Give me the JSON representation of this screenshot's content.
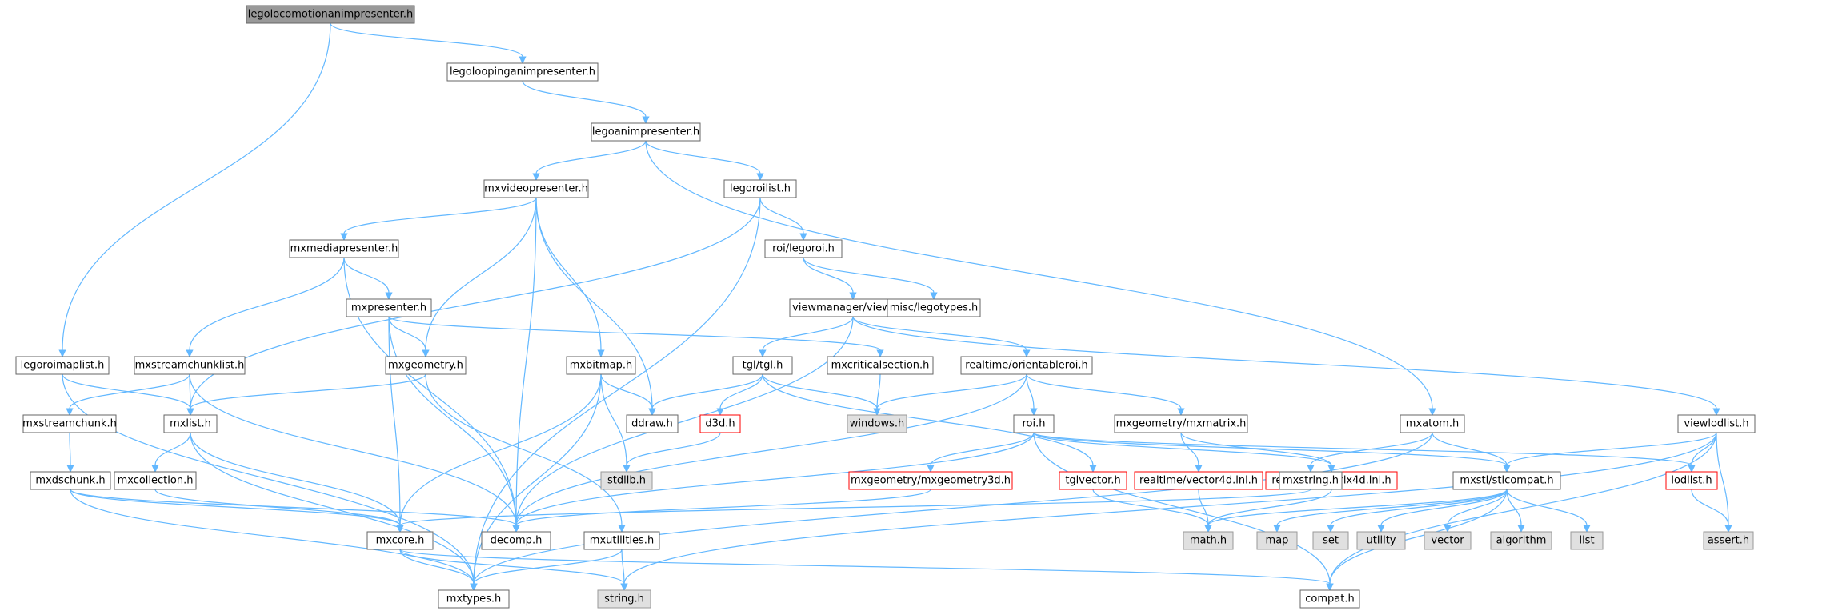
{
  "colors": {
    "edge": "#63b8ff",
    "node_fill": "#ffffff",
    "node_border": "#666666",
    "root_fill": "#999999",
    "root_border": "#666666",
    "system_fill": "#e0e0e0",
    "system_border": "#999999",
    "missing_border": "#ff0000"
  },
  "nodes": [
    {
      "id": "legolocomotionanimpresenter",
      "label": "legolocomotionanimpresenter.h",
      "kind": "root"
    },
    {
      "id": "legoloopinganimpresenter",
      "label": "legoloopinganimpresenter.h",
      "kind": "normal"
    },
    {
      "id": "legoanimpresenter",
      "label": "legoanimpresenter.h",
      "kind": "normal"
    },
    {
      "id": "mxvideopresenter",
      "label": "mxvideopresenter.h",
      "kind": "normal"
    },
    {
      "id": "legoroilist",
      "label": "legoroilist.h",
      "kind": "normal"
    },
    {
      "id": "mxmediapresenter",
      "label": "mxmediapresenter.h",
      "kind": "normal"
    },
    {
      "id": "roi_legoroi",
      "label": "roi/legoroi.h",
      "kind": "normal"
    },
    {
      "id": "viewmanager_viewroi",
      "label": "viewmanager/viewroi.h",
      "kind": "normal"
    },
    {
      "id": "misc_legotypes",
      "label": "misc/legotypes.h",
      "kind": "normal"
    },
    {
      "id": "mxpresenter",
      "label": "mxpresenter.h",
      "kind": "normal"
    },
    {
      "id": "legoroimaplist",
      "label": "legoroimaplist.h",
      "kind": "normal"
    },
    {
      "id": "mxstreamchunklist",
      "label": "mxstreamchunklist.h",
      "kind": "normal"
    },
    {
      "id": "mxgeometry",
      "label": "mxgeometry.h",
      "kind": "normal"
    },
    {
      "id": "mxbitmap",
      "label": "mxbitmap.h",
      "kind": "normal"
    },
    {
      "id": "tgl_tgl",
      "label": "tgl/tgl.h",
      "kind": "normal"
    },
    {
      "id": "mxcriticalsection",
      "label": "mxcriticalsection.h",
      "kind": "normal"
    },
    {
      "id": "realtime_orientableroi",
      "label": "realtime/orientableroi.h",
      "kind": "normal"
    },
    {
      "id": "mxatom",
      "label": "mxatom.h",
      "kind": "normal"
    },
    {
      "id": "viewlodlist",
      "label": "viewlodlist.h",
      "kind": "normal"
    },
    {
      "id": "mxstreamchunk",
      "label": "mxstreamchunk.h",
      "kind": "normal"
    },
    {
      "id": "mxlist",
      "label": "mxlist.h",
      "kind": "normal"
    },
    {
      "id": "ddraw",
      "label": "ddraw.h",
      "kind": "normal"
    },
    {
      "id": "d3d",
      "label": "d3d.h",
      "kind": "missing"
    },
    {
      "id": "windows",
      "label": "windows.h",
      "kind": "system"
    },
    {
      "id": "roi",
      "label": "roi.h",
      "kind": "normal"
    },
    {
      "id": "mxgeometry_mxmatrix",
      "label": "mxgeometry/mxmatrix.h",
      "kind": "normal"
    },
    {
      "id": "mxdschunk",
      "label": "mxdschunk.h",
      "kind": "normal"
    },
    {
      "id": "mxcollection",
      "label": "mxcollection.h",
      "kind": "normal"
    },
    {
      "id": "stdlib",
      "label": "stdlib.h",
      "kind": "system"
    },
    {
      "id": "mxgeometry_mxgeometry3d",
      "label": "mxgeometry/mxgeometry3d.h",
      "kind": "missing"
    },
    {
      "id": "tglvector",
      "label": "tglvector.h",
      "kind": "missing"
    },
    {
      "id": "realtime_vector4d_inl",
      "label": "realtime/vector4d.inl.h",
      "kind": "missing"
    },
    {
      "id": "realtime_matrix4d_inl",
      "label": "realtime/matrix4d.inl.h",
      "kind": "missing"
    },
    {
      "id": "mxstring",
      "label": "mxstring.h",
      "kind": "normal"
    },
    {
      "id": "mxstl_stlcompat",
      "label": "mxstl/stlcompat.h",
      "kind": "normal"
    },
    {
      "id": "lodlist",
      "label": "lodlist.h",
      "kind": "missing"
    },
    {
      "id": "mxcore",
      "label": "mxcore.h",
      "kind": "normal"
    },
    {
      "id": "decomp",
      "label": "decomp.h",
      "kind": "normal"
    },
    {
      "id": "mxutilities",
      "label": "mxutilities.h",
      "kind": "normal"
    },
    {
      "id": "math",
      "label": "math.h",
      "kind": "system"
    },
    {
      "id": "map",
      "label": "map",
      "kind": "system"
    },
    {
      "id": "set",
      "label": "set",
      "kind": "system"
    },
    {
      "id": "utility",
      "label": "utility",
      "kind": "system"
    },
    {
      "id": "vector",
      "label": "vector",
      "kind": "system"
    },
    {
      "id": "algorithm",
      "label": "algorithm",
      "kind": "system"
    },
    {
      "id": "list",
      "label": "list",
      "kind": "system"
    },
    {
      "id": "assert",
      "label": "assert.h",
      "kind": "system"
    },
    {
      "id": "mxtypes",
      "label": "mxtypes.h",
      "kind": "normal"
    },
    {
      "id": "string",
      "label": "string.h",
      "kind": "system"
    },
    {
      "id": "compat",
      "label": "compat.h",
      "kind": "normal"
    }
  ],
  "edges": [
    [
      "legolocomotionanimpresenter",
      "legoloopinganimpresenter"
    ],
    [
      "legolocomotionanimpresenter",
      "legoroimaplist"
    ],
    [
      "legoloopinganimpresenter",
      "legoanimpresenter"
    ],
    [
      "legoanimpresenter",
      "mxvideopresenter"
    ],
    [
      "legoanimpresenter",
      "legoroilist"
    ],
    [
      "legoanimpresenter",
      "mxatom"
    ],
    [
      "mxvideopresenter",
      "mxmediapresenter"
    ],
    [
      "mxvideopresenter",
      "mxgeometry"
    ],
    [
      "mxvideopresenter",
      "mxbitmap"
    ],
    [
      "mxvideopresenter",
      "ddraw"
    ],
    [
      "mxvideopresenter",
      "decomp"
    ],
    [
      "legoroilist",
      "roi_legoroi"
    ],
    [
      "legoroilist",
      "mxlist"
    ],
    [
      "legoroilist",
      "mxtypes"
    ],
    [
      "mxmediapresenter",
      "mxpresenter"
    ],
    [
      "mxmediapresenter",
      "mxstreamchunklist"
    ],
    [
      "mxmediapresenter",
      "decomp"
    ],
    [
      "roi_legoroi",
      "viewmanager_viewroi"
    ],
    [
      "roi_legoroi",
      "misc_legotypes"
    ],
    [
      "viewmanager_viewroi",
      "tgl_tgl"
    ],
    [
      "viewmanager_viewroi",
      "realtime_orientableroi"
    ],
    [
      "viewmanager_viewroi",
      "viewlodlist"
    ],
    [
      "viewmanager_viewroi",
      "decomp"
    ],
    [
      "mxpresenter",
      "mxgeometry"
    ],
    [
      "mxpresenter",
      "mxcriticalsection"
    ],
    [
      "mxpresenter",
      "mxcore"
    ],
    [
      "mxpresenter",
      "decomp"
    ],
    [
      "legoroimaplist",
      "mxlist"
    ],
    [
      "legoroimaplist",
      "mxtypes"
    ],
    [
      "mxstreamchunklist",
      "mxstreamchunk"
    ],
    [
      "mxstreamchunklist",
      "mxlist"
    ],
    [
      "mxstreamchunklist",
      "decomp"
    ],
    [
      "mxgeometry",
      "mxlist"
    ],
    [
      "mxgeometry",
      "mxutilities"
    ],
    [
      "mxbitmap",
      "ddraw"
    ],
    [
      "mxbitmap",
      "stdlib"
    ],
    [
      "mxbitmap",
      "mxcore"
    ],
    [
      "mxbitmap",
      "mxtypes"
    ],
    [
      "tgl_tgl",
      "ddraw"
    ],
    [
      "tgl_tgl",
      "d3d"
    ],
    [
      "tgl_tgl",
      "windows"
    ],
    [
      "tgl_tgl",
      "tglvector"
    ],
    [
      "mxcriticalsection",
      "windows"
    ],
    [
      "realtime_orientableroi",
      "windows"
    ],
    [
      "realtime_orientableroi",
      "roi"
    ],
    [
      "realtime_orientableroi",
      "mxgeometry_mxmatrix"
    ],
    [
      "realtime_orientableroi",
      "decomp"
    ],
    [
      "mxatom",
      "mxstring"
    ],
    [
      "mxatom",
      "mxstl_stlcompat"
    ],
    [
      "mxatom",
      "mxtypes"
    ],
    [
      "viewlodlist",
      "mxstl_stlcompat"
    ],
    [
      "viewlodlist",
      "lodlist"
    ],
    [
      "viewlodlist",
      "assert"
    ],
    [
      "viewlodlist",
      "compat"
    ],
    [
      "viewlodlist",
      "string"
    ],
    [
      "mxstreamchunk",
      "mxdschunk"
    ],
    [
      "mxlist",
      "mxcollection"
    ],
    [
      "mxlist",
      "mxcore"
    ],
    [
      "mxlist",
      "mxtypes"
    ],
    [
      "d3d",
      "stdlib"
    ],
    [
      "roi",
      "mxgeometry_mxgeometry3d"
    ],
    [
      "roi",
      "realtime_matrix4d_inl"
    ],
    [
      "roi",
      "mxstl_stlcompat"
    ],
    [
      "roi",
      "lodlist"
    ],
    [
      "roi",
      "decomp"
    ],
    [
      "roi",
      "compat"
    ],
    [
      "mxgeometry_mxmatrix",
      "realtime_vector4d_inl"
    ],
    [
      "mxgeometry_mxmatrix",
      "realtime_matrix4d_inl"
    ],
    [
      "mxdschunk",
      "mxcore"
    ],
    [
      "mxdschunk",
      "decomp"
    ],
    [
      "mxdschunk",
      "mxtypes"
    ],
    [
      "mxcollection",
      "mxcore"
    ],
    [
      "mxgeometry_mxgeometry3d",
      "decomp"
    ],
    [
      "tglvector",
      "math"
    ],
    [
      "realtime_vector4d_inl",
      "math"
    ],
    [
      "realtime_matrix4d_inl",
      "math"
    ],
    [
      "mxstring",
      "mxcore"
    ],
    [
      "mxstl_stlcompat",
      "map"
    ],
    [
      "mxstl_stlcompat",
      "set"
    ],
    [
      "mxstl_stlcompat",
      "utility"
    ],
    [
      "mxstl_stlcompat",
      "vector"
    ],
    [
      "mxstl_stlcompat",
      "algorithm"
    ],
    [
      "mxstl_stlcompat",
      "list"
    ],
    [
      "mxstl_stlcompat",
      "compat"
    ],
    [
      "mxstl_stlcompat",
      "math"
    ],
    [
      "lodlist",
      "assert"
    ],
    [
      "mxcore",
      "mxtypes"
    ],
    [
      "mxcore",
      "string"
    ],
    [
      "mxcore",
      "compat"
    ],
    [
      "mxutilities",
      "mxtypes"
    ],
    [
      "mxutilities",
      "string"
    ]
  ]
}
